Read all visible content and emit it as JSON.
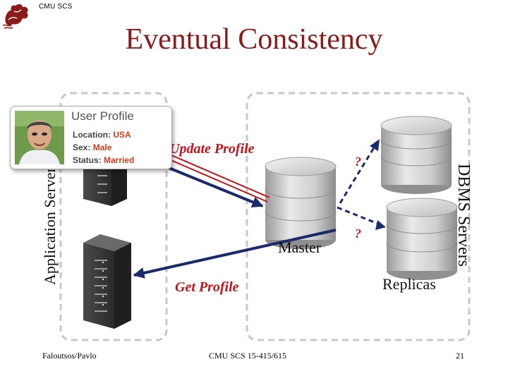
{
  "header": {
    "label": "CMU SCS"
  },
  "title": "Eventual Consistency",
  "labels": {
    "app_servers": "Application Servers",
    "dbms_servers": "DBMS Servers",
    "update_profile": "Update Profile",
    "get_profile": "Get Profile",
    "master": "Master",
    "replicas": "Replicas",
    "question": "?"
  },
  "profile_card": {
    "title": "User Profile",
    "location_label": "Location:",
    "location_value": "USA",
    "sex_label": "Sex:",
    "sex_value": "Male",
    "status_label": "Status:",
    "status_value": "Married"
  },
  "footer": {
    "authors": "Faloutsos/Pavlo",
    "course": "CMU SCS 15-415/615",
    "page": "21"
  },
  "colors": {
    "title": "#8b1a1a",
    "highlight": "#c2141a",
    "arrow_navy": "#1b2a6b",
    "box_border": "#c8c8c8"
  }
}
